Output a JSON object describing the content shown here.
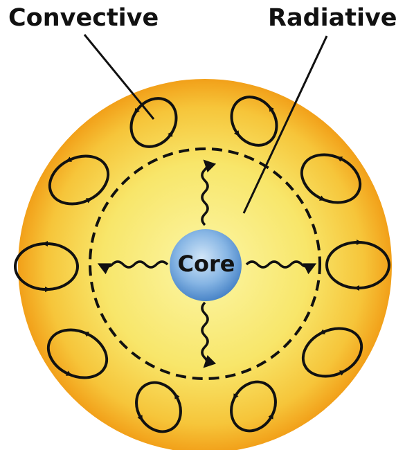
{
  "labels": {
    "convective": "Convective",
    "radiative": "Radiative",
    "core": "Core"
  },
  "colors": {
    "sun_center": "#f9f08a",
    "sun_edge": "#f4a91a",
    "core_center": "#c4dcf4",
    "core_edge": "#4f8fd1",
    "stroke": "#111111"
  },
  "icons": {
    "convection_cell": "ellipse-loop-with-arrows",
    "radiation_path": "wavy-arrow"
  }
}
